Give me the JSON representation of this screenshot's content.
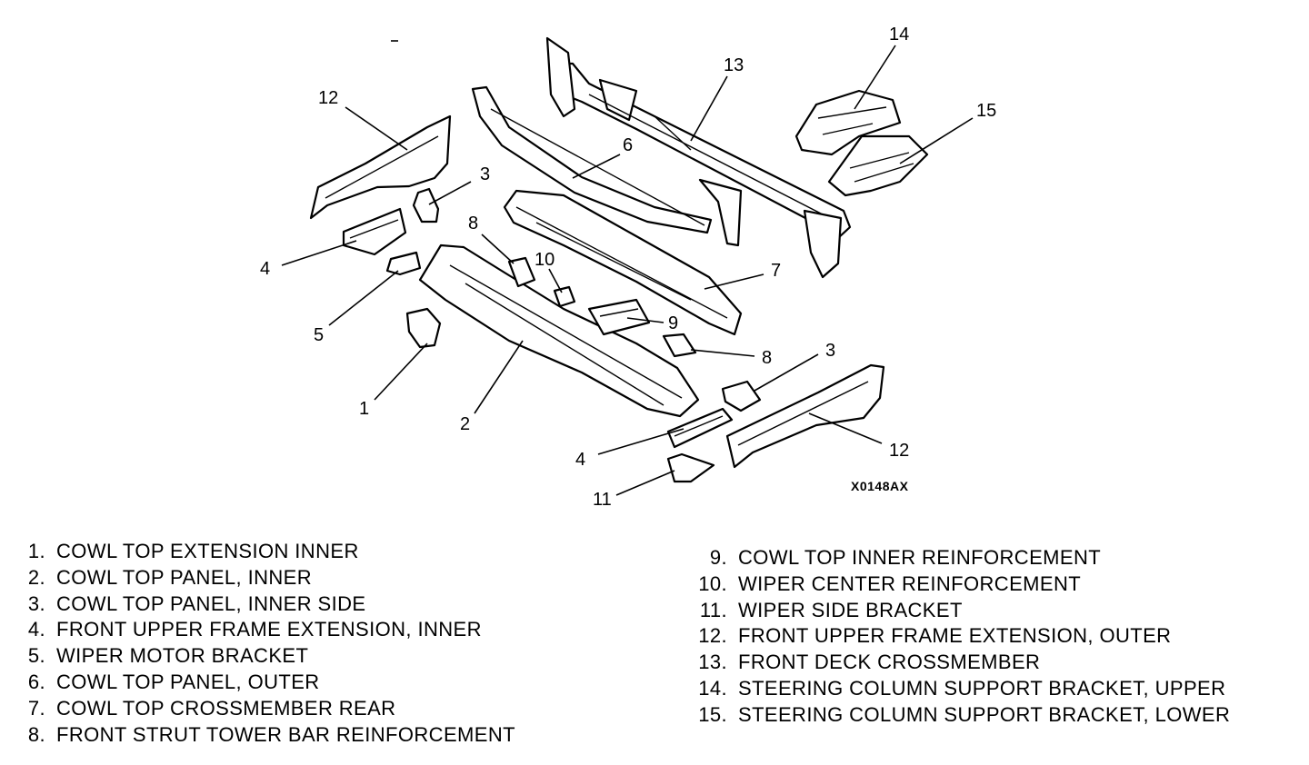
{
  "figure_code": "X0148AX",
  "callouts": {
    "c1": "1",
    "c2": "2",
    "c3a": "3",
    "c3b": "3",
    "c4a": "4",
    "c4b": "4",
    "c5": "5",
    "c6": "6",
    "c7": "7",
    "c8a": "8",
    "c8b": "8",
    "c9": "9",
    "c10": "10",
    "c11": "11",
    "c12a": "12",
    "c12b": "12",
    "c13": "13",
    "c14": "14",
    "c15": "15"
  },
  "legend_left": [
    {
      "num": "1.",
      "label": "COWL TOP EXTENSION INNER"
    },
    {
      "num": "2.",
      "label": "COWL TOP PANEL, INNER"
    },
    {
      "num": "3.",
      "label": "COWL TOP PANEL, INNER SIDE"
    },
    {
      "num": "4.",
      "label": "FRONT UPPER FRAME EXTENSION, INNER"
    },
    {
      "num": "5.",
      "label": "WIPER MOTOR BRACKET"
    },
    {
      "num": "6.",
      "label": "COWL TOP PANEL, OUTER"
    },
    {
      "num": "7.",
      "label": "COWL TOP CROSSMEMBER REAR"
    },
    {
      "num": "8.",
      "label": "FRONT STRUT TOWER BAR REINFORCEMENT"
    }
  ],
  "legend_right": [
    {
      "num": "9.",
      "label": "COWL TOP INNER REINFORCEMENT"
    },
    {
      "num": "10.",
      "label": "WIPER CENTER REINFORCEMENT"
    },
    {
      "num": "11.",
      "label": "WIPER SIDE BRACKET"
    },
    {
      "num": "12.",
      "label": "FRONT UPPER FRAME EXTENSION, OUTER"
    },
    {
      "num": "13.",
      "label": "FRONT DECK CROSSMEMBER"
    },
    {
      "num": "14.",
      "label": "STEERING COLUMN SUPPORT BRACKET, UPPER"
    },
    {
      "num": "15.",
      "label": "STEERING COLUMN SUPPORT BRACKET, LOWER"
    }
  ]
}
